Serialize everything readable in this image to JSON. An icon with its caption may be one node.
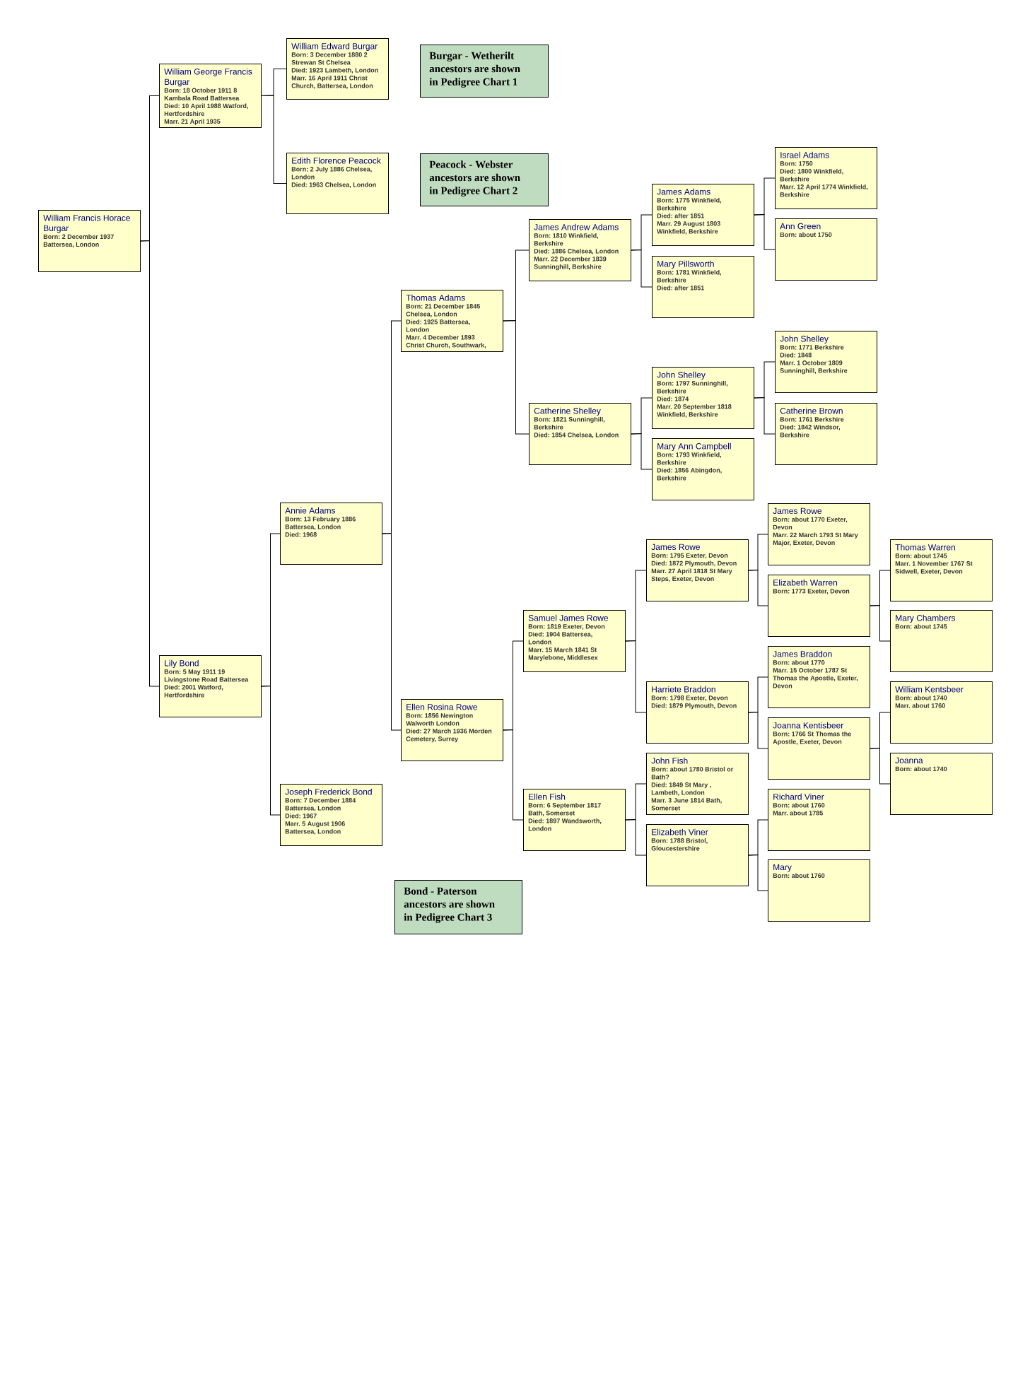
{
  "diagram": {
    "nodes": [
      {
        "text": [
          "William Francis Horace Burgar",
          "Born: 2 December 1937 Battersea, London"
        ]
      },
      {
        "text": [
          "William George Francis Burgar",
          "Born: 18 October 1911 8 Kambala Road Battersea",
          "Died: 10 April 1988 Watford, Hertfordshire",
          "Marr. 21 April 1935"
        ]
      },
      {
        "text": [
          "William Edward Burgar",
          "Born: 3 December 1880 2 Strewan St Chelsea",
          "Died: 1923 Lambeth, London",
          "Marr. 16 April 1911 Christ Church, Battersea, London"
        ]
      },
      {
        "text": [
          "Edith Florence Peacock",
          "Born: 2 July 1886 Chelsea, London",
          "Died: 1963 Chelsea, London"
        ]
      },
      {
        "text": [
          "Burgar - Wetherilt ancestors are shown in Pedigree Chart 1"
        ]
      },
      {
        "text": [
          "Peacock - Webster ancestors are shown in Pedigree Chart 2"
        ]
      },
      {
        "text": [
          "Lily Bond",
          "Born: 5 May 1911 19 Livingstone Road Battersea",
          "Died: 2001 Watford, Hertfordshire"
        ]
      },
      {
        "text": [
          "Annie Adams",
          "Born: 13 February 1886 Battersea, London",
          "Died: 1968"
        ]
      },
      {
        "text": [
          "Thomas Adams",
          "Born: 21 December 1845 Chelsea, London",
          "Died: 1925 Battersea, London",
          "Marr. 4 December 1893 Christ Church, Southwark,"
        ]
      },
      {
        "text": [
          "James Andrew Adams",
          "Born: 1810 Winkfield, Berkshire",
          "Died: 1886 Chelsea, London",
          "Marr. 22 December 1839 Sunninghill, Berkshire"
        ]
      },
      {
        "text": [
          "James Adams",
          "Born: 1775 Winkfield, Berkshire",
          "Died: after 1851",
          "Marr. 29 August 1803 Winkfield, Berkshire"
        ]
      },
      {
        "text": [
          "Israel Adams",
          "Born: 1750",
          "Died: 1800 Winkfield, Berkshire",
          "Marr. 12 April 1774 Winkfield, Berkshire"
        ]
      },
      {
        "text": [
          "Ann Green",
          "Born: about 1750"
        ]
      },
      {
        "text": [
          "Mary Pillsworth",
          "Born: 1781 Winkfield, Berkshire",
          "Died: after 1851"
        ]
      },
      {
        "text": [
          "Catherine Shelley",
          "Born: 1821 Sunninghill, Berkshire",
          "Died: 1854 Chelsea, London"
        ]
      },
      {
        "text": [
          "John Shelley",
          "Born: 1797 Sunninghill, Berkshire",
          "Died: 1874",
          "Marr. 20 September 1818 Winkfield, Berkshire"
        ]
      },
      {
        "text": [
          "John Shelley",
          "Born: 1771 Berkshire",
          "Died: 1848",
          "Marr. 1 October 1809 Sunninghill, Berkshire"
        ]
      },
      {
        "text": [
          "Catherine Brown",
          "Born: 1761 Berkshire",
          "Died: 1842 Windsor, Berkshire"
        ]
      },
      {
        "text": [
          "Mary Ann Campbell",
          "Born: 1793 Winkfield, Berkshire",
          "Died: 1856 Abingdon, Berkshire"
        ]
      },
      {
        "text": [
          "Ellen Rosina Rowe",
          "Born: 1856 Newington Walworth London",
          "Died: 27 March 1936 Morden Cemetery, Surrey"
        ]
      },
      {
        "text": [
          "Samuel James Rowe",
          "Born: 1819 Exeter, Devon",
          "Died: 1904 Battersea, London",
          "Marr. 15 March 1841 St Marylebone, Middlesex"
        ]
      },
      {
        "text": [
          "James Rowe",
          "Born: 1795 Exeter, Devon",
          "Died: 1872 Plymouth, Devon",
          "Marr. 27 April 1818 St Mary Steps, Exeter, Devon"
        ]
      },
      {
        "text": [
          "James Rowe",
          "Born: about 1770 Exeter, Devon",
          "Marr. 22 March 1793 St Mary Major, Exeter, Devon"
        ]
      },
      {
        "text": [
          "Elizabeth Warren",
          "Born: 1773 Exeter, Devon"
        ]
      },
      {
        "text": [
          "Thomas Warren",
          "Born: about 1745",
          "Marr. 1 November 1767 St Sidwell, Exeter, Devon"
        ]
      },
      {
        "text": [
          "Mary Chambers",
          "Born: about 1745"
        ]
      },
      {
        "text": [
          "Harriete Braddon",
          "Born: 1798 Exeter, Devon",
          "Died: 1879 Plymouth, Devon"
        ]
      },
      {
        "text": [
          "James Braddon",
          "Born: about 1770",
          "Marr. 15 October 1787 St Thomas the Apostle, Exeter, Devon"
        ]
      },
      {
        "text": [
          "Joanna Kentisbeer",
          "Born: 1766 St Thomas the Apostle, Exeter, Devon"
        ]
      },
      {
        "text": [
          "William Kentsbeer",
          "Born: about 1740",
          "Marr. about 1760"
        ]
      },
      {
        "text": [
          "Joanna",
          "Born: about 1740"
        ]
      },
      {
        "text": [
          "Ellen Fish",
          "Born: 6 September 1817 Bath, Somerset",
          "Died: 1897 Wandsworth, London"
        ]
      },
      {
        "text": [
          "John Fish",
          "Born: about 1780 Bristol or Bath?",
          "Died: 1849 St Mary , Lambeth, London",
          "Marr. 3 June 1814 Bath, Somerset"
        ]
      },
      {
        "text": [
          "Elizabeth Viner",
          "Born: 1788 Bristol, Gloucestershire"
        ]
      },
      {
        "text": [
          "Richard Viner",
          "Born: about 1760",
          "Marr. about 1785"
        ]
      },
      {
        "text": [
          "Mary",
          "Born: about 1760"
        ]
      },
      {
        "text": [
          "Joseph Frederick Bond",
          "Born: 7 December 1884 Battersea, London",
          "Died: 1967",
          "Marr. 5 August 1906 Battersea, London"
        ]
      },
      {
        "text": [
          "Bond - Paterson ancestors are shown in Pedigree Chart 3"
        ]
      }
    ],
    "edges": [
      {
        "from": 0,
        "to": 1,
        "arrow": "none"
      },
      {
        "from": 0,
        "to": 6,
        "arrow": "none"
      },
      {
        "from": 1,
        "to": 2,
        "arrow": "none"
      },
      {
        "from": 1,
        "to": 3,
        "arrow": "none"
      },
      {
        "from": 6,
        "to": 7,
        "arrow": "none"
      },
      {
        "from": 6,
        "to": 36,
        "arrow": "none"
      },
      {
        "from": 7,
        "to": 8,
        "arrow": "none"
      },
      {
        "from": 7,
        "to": 19,
        "arrow": "none"
      },
      {
        "from": 8,
        "to": 9,
        "arrow": "none"
      },
      {
        "from": 8,
        "to": 14,
        "arrow": "none"
      },
      {
        "from": 9,
        "to": 10,
        "arrow": "none"
      },
      {
        "from": 9,
        "to": 13,
        "arrow": "none"
      },
      {
        "from": 10,
        "to": 11,
        "arrow": "none"
      },
      {
        "from": 10,
        "to": 12,
        "arrow": "none"
      },
      {
        "from": 14,
        "to": 15,
        "arrow": "none"
      },
      {
        "from": 14,
        "to": 18,
        "arrow": "none"
      },
      {
        "from": 15,
        "to": 16,
        "arrow": "none"
      },
      {
        "from": 15,
        "to": 17,
        "arrow": "none"
      },
      {
        "from": 19,
        "to": 20,
        "arrow": "none"
      },
      {
        "from": 19,
        "to": 31,
        "arrow": "none"
      },
      {
        "from": 20,
        "to": 21,
        "arrow": "none"
      },
      {
        "from": 20,
        "to": 26,
        "arrow": "none"
      },
      {
        "from": 21,
        "to": 22,
        "arrow": "none"
      },
      {
        "from": 21,
        "to": 23,
        "arrow": "none"
      },
      {
        "from": 23,
        "to": 24,
        "arrow": "none"
      },
      {
        "from": 23,
        "to": 25,
        "arrow": "none"
      },
      {
        "from": 26,
        "to": 27,
        "arrow": "none"
      },
      {
        "from": 26,
        "to": 28,
        "arrow": "none"
      },
      {
        "from": 28,
        "to": 29,
        "arrow": "none"
      },
      {
        "from": 28,
        "to": 30,
        "arrow": "none"
      },
      {
        "from": 31,
        "to": 32,
        "arrow": "none"
      },
      {
        "from": 31,
        "to": 33,
        "arrow": "none"
      },
      {
        "from": 33,
        "to": 34,
        "arrow": "none"
      },
      {
        "from": 33,
        "to": 35,
        "arrow": "none"
      }
    ]
  }
}
